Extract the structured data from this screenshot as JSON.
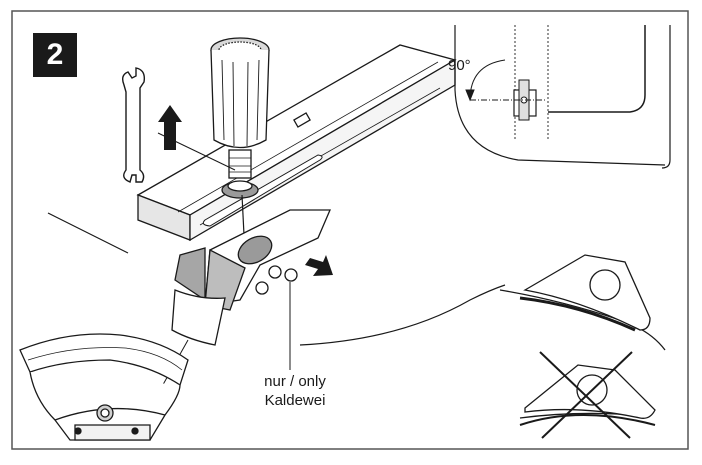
{
  "step": {
    "number": "2"
  },
  "angle": {
    "label": "90°"
  },
  "note": {
    "line1": "nur / only",
    "line2": "Kaldewei"
  },
  "icons": [
    "wrench-icon",
    "up-arrow-icon",
    "right-arrow-icon",
    "prohibited-cross-icon"
  ],
  "colors": {
    "ink": "#1a1a1a",
    "paper": "#ffffff",
    "frame": "#555555",
    "fill_grey": "#d9d9d9"
  }
}
